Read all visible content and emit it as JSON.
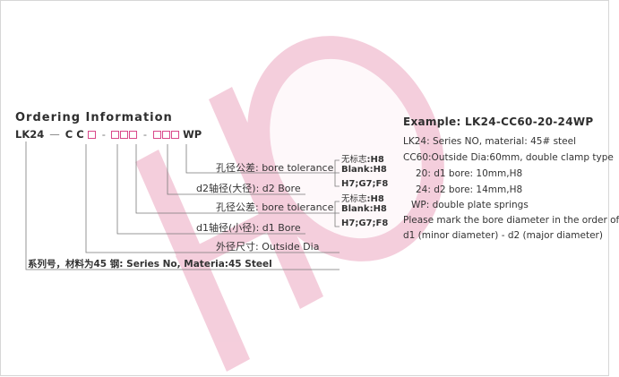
{
  "watermark": {
    "letters": "HO",
    "color": "#f3c6d6"
  },
  "title": "Ordering Information",
  "code": {
    "prefix": "LK24",
    "type_letters": "C C",
    "suffix": "WP"
  },
  "labels": {
    "bore_tol_1": {
      "cn": "孔径公差",
      "en": ": bore tolerance"
    },
    "d2_bore": {
      "cn": "d2轴径(大径)",
      "en": ": d2 Bore"
    },
    "bore_tol_2": {
      "cn": "孔径公差",
      "en": ": bore tolerance"
    },
    "d1_bore": {
      "cn": "d1轴径(小径)",
      "en": ": d1 Bore"
    },
    "outside_dia": {
      "cn": "外径尺寸",
      "en": ": Outside Dia"
    },
    "series": {
      "cn": "系列号，材料为45 钢",
      "en": ": Series No, Materia:45 Steel"
    }
  },
  "tolerances": [
    {
      "none_cn": "无标志",
      "none_val": ":H8",
      "blank": "Blank:H8",
      "options": "H7;G7;F8"
    },
    {
      "none_cn": "无标志",
      "none_val": ":H8",
      "blank": "Blank:H8",
      "options": "H7;G7;F8"
    }
  ],
  "example": {
    "title": "Example: LK24-CC60-20-24WP",
    "lines": [
      "LK24: Series NO, material: 45# steel",
      "CC60:Outside Dia:60mm, double clamp type",
      "20: d1 bore: 10mm,H8",
      "24: d2 bore: 14mm,H8",
      "WP: double plate springs",
      "Please mark the bore diameter in the order of",
      "d1 (minor diameter) - d2 (major diameter)"
    ]
  }
}
